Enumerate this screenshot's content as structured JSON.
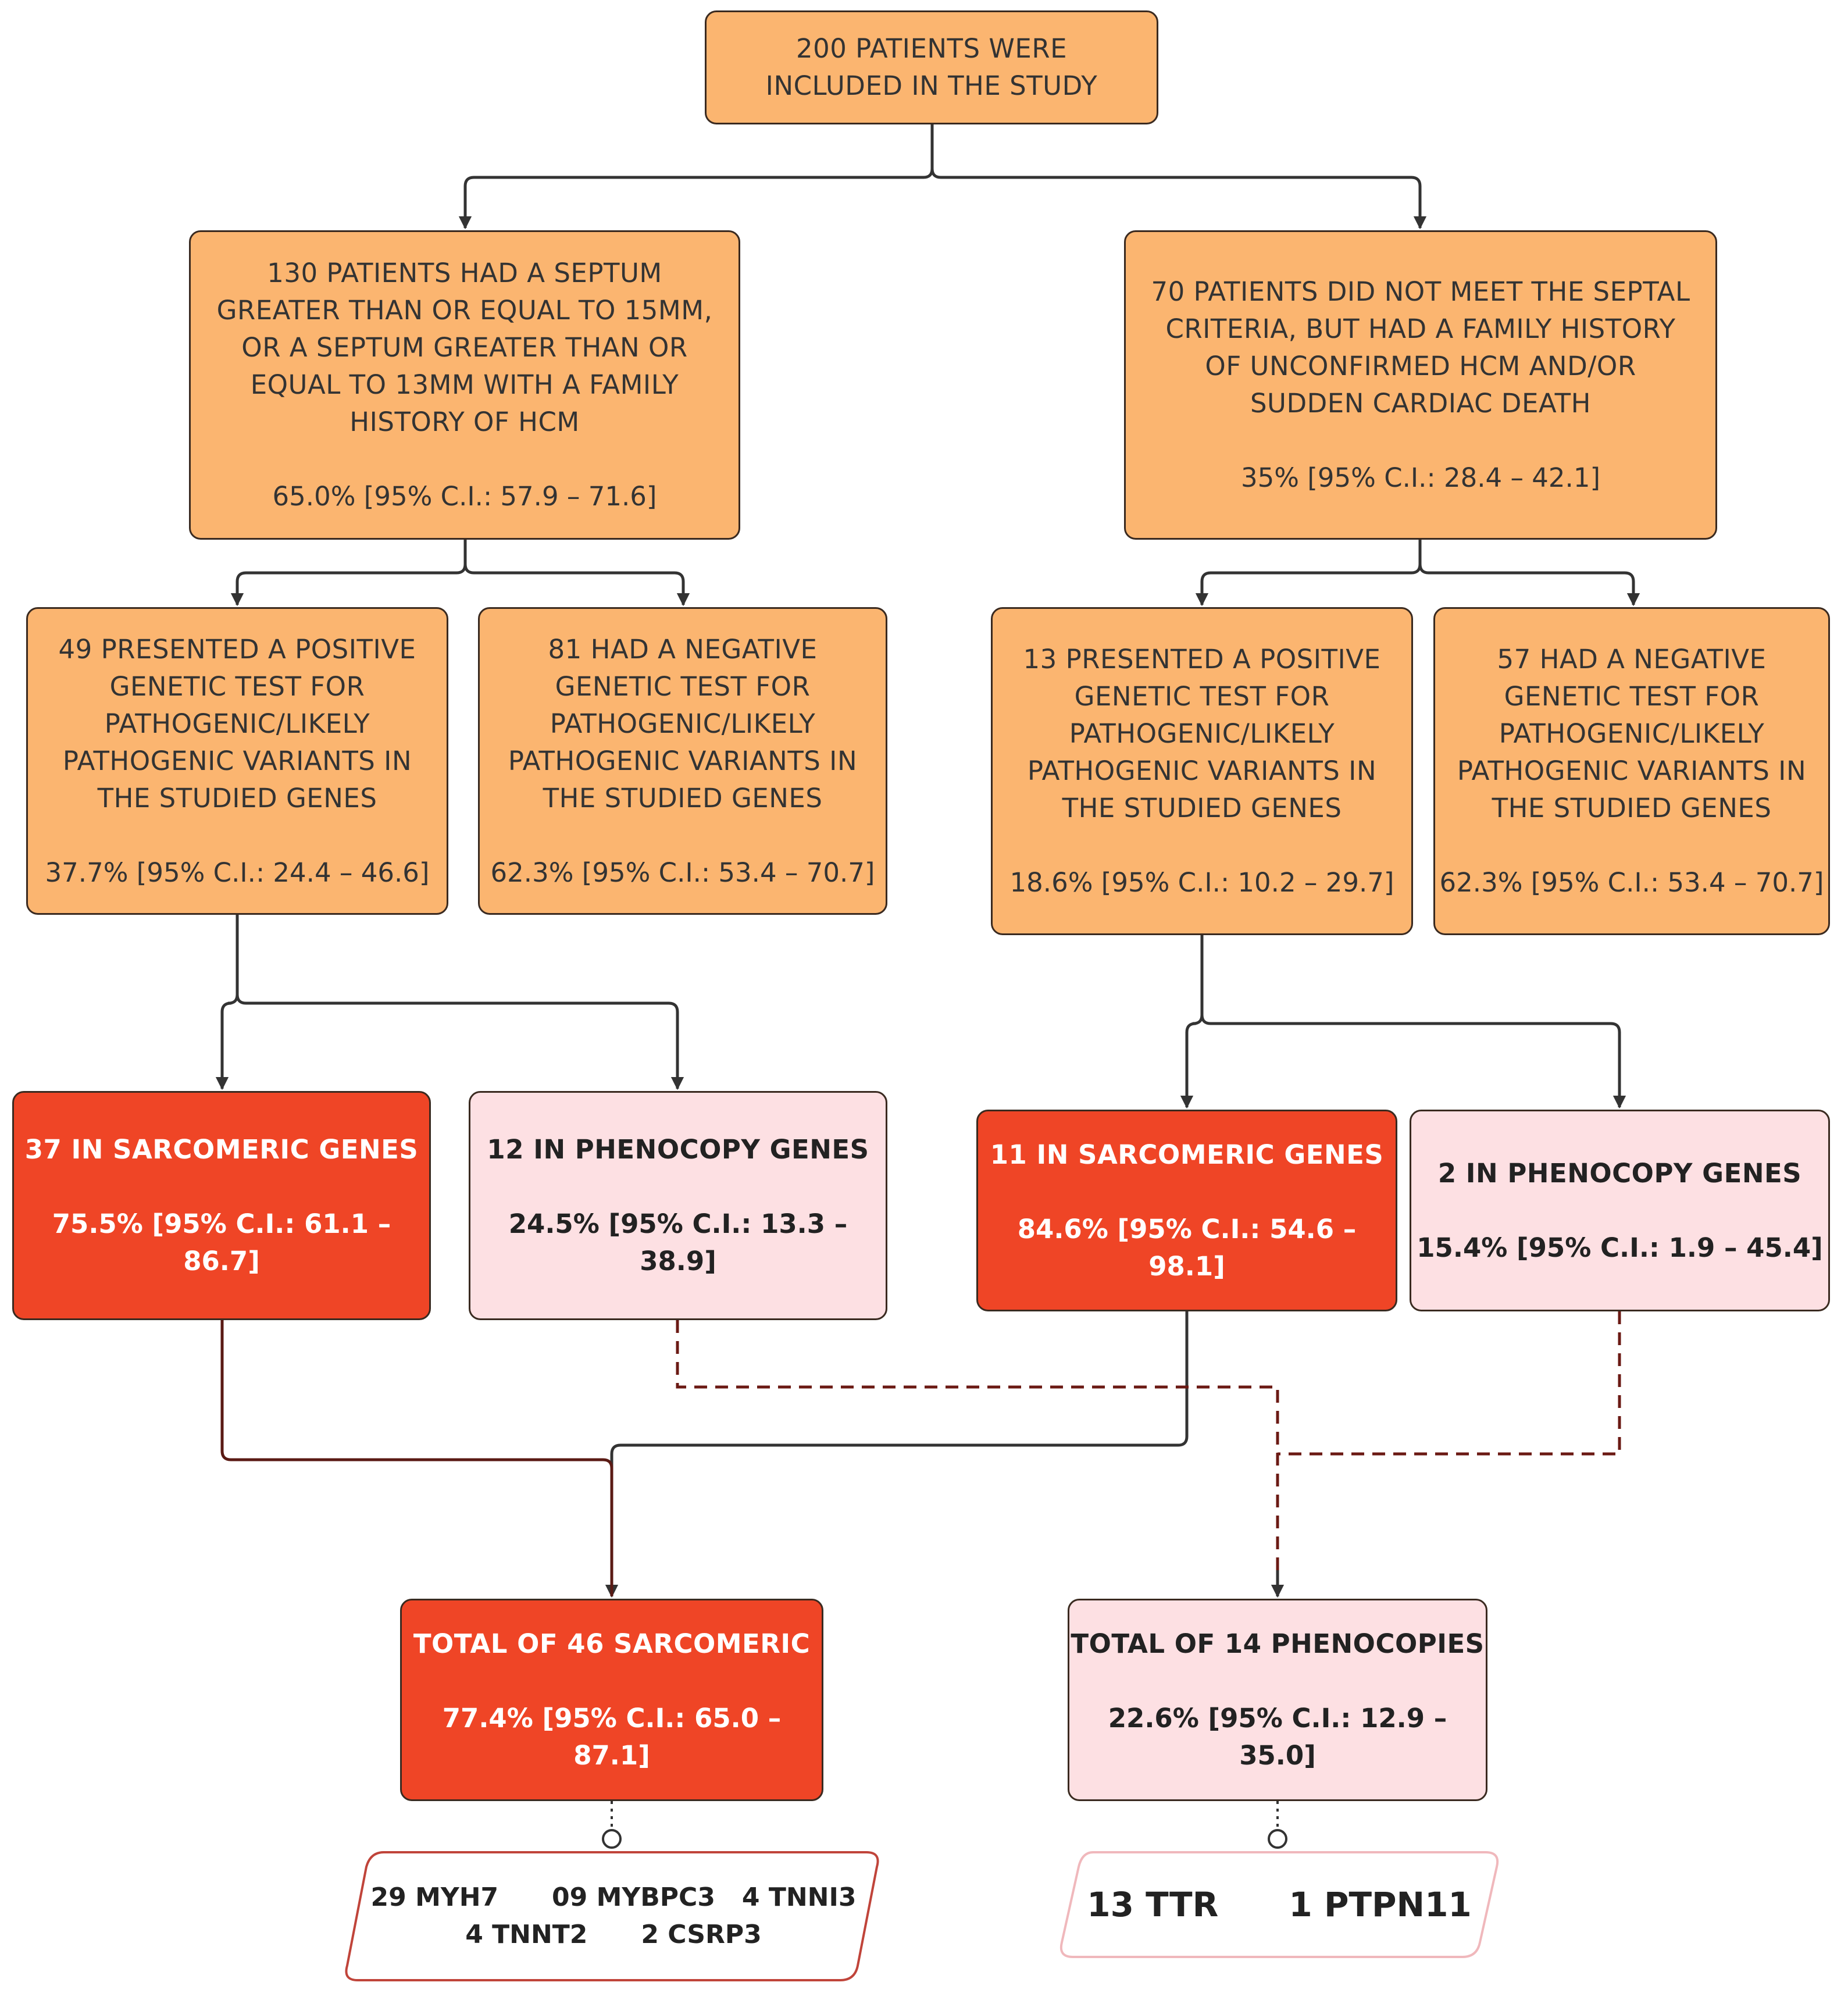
{
  "root": {
    "text": "200 PATIENTS WERE INCLUDED IN THE STUDY"
  },
  "septal": {
    "text": "130 PATIENTS HAD A SEPTUM GREATER THAN OR EQUAL TO 15MM, OR A SEPTUM GREATER THAN OR EQUAL TO 13MM WITH A FAMILY HISTORY OF HCM",
    "ci": "65.0% [95% C.I.: 57.9 – 71.6]"
  },
  "non_septal": {
    "text": "70 PATIENTS DID NOT MEET THE SEPTAL CRITERIA, BUT HAD A FAMILY HISTORY OF UNCONFIRMED HCM AND/OR SUDDEN CARDIAC DEATH",
    "ci": "35% [95% C.I.: 28.4 – 42.1]"
  },
  "septal_positive": {
    "text": "49 PRESENTED A POSITIVE GENETIC TEST FOR PATHOGENIC/LIKELY PATHOGENIC VARIANTS IN THE STUDIED GENES",
    "ci": "37.7% [95% C.I.: 24.4 – 46.6]"
  },
  "septal_negative": {
    "text": "81 HAD A NEGATIVE GENETIC TEST FOR PATHOGENIC/LIKELY PATHOGENIC VARIANTS IN THE STUDIED GENES",
    "ci": "62.3% [95% C.I.: 53.4 – 70.7]"
  },
  "nonseptal_positive": {
    "text": "13 PRESENTED A POSITIVE GENETIC TEST FOR PATHOGENIC/LIKELY PATHOGENIC VARIANTS IN THE STUDIED GENES",
    "ci": "18.6% [95% C.I.: 10.2 – 29.7]"
  },
  "nonseptal_negative": {
    "text": "57 HAD A NEGATIVE GENETIC TEST FOR PATHOGENIC/LIKELY PATHOGENIC VARIANTS IN THE STUDIED GENES",
    "ci": "62.3% [95% C.I.: 53.4 – 70.7]"
  },
  "septal_sarcomeric": {
    "text": "37 IN SARCOMERIC GENES",
    "ci": "75.5% [95% C.I.: 61.1 – 86.7]"
  },
  "septal_phenocopy": {
    "text": "12 IN PHENOCOPY GENES",
    "ci": "24.5% [95% C.I.: 13.3 – 38.9]"
  },
  "nonseptal_sarcomeric": {
    "text": "11 IN SARCOMERIC GENES",
    "ci": "84.6% [95% C.I.: 54.6 – 98.1]"
  },
  "nonseptal_phenocopy": {
    "text": "2 IN PHENOCOPY GENES",
    "ci": "15.4% [95% C.I.: 1.9 – 45.4]"
  },
  "total_sarcomeric": {
    "text": "TOTAL OF 46 SARCOMERIC",
    "ci": "77.4% [95% C.I.: 65.0 – 87.1]"
  },
  "total_phenocopies": {
    "text": "TOTAL OF 14 PHENOCOPIES",
    "ci": "22.6% [95% C.I.: 12.9 – 35.0]"
  },
  "sarcomeric_genes": {
    "line1": "29 MYH7      09 MYBPC3   4 TNNI3",
    "line2": "4 TNNT2      2 CSRP3"
  },
  "phenocopy_genes": {
    "line1": "13 TTR      1 PTPN11"
  },
  "colors": {
    "orange_fill": "#fbb570",
    "red_fill": "#ef4526",
    "pink_fill": "#fde0e3",
    "connector": "#333333",
    "dashed_connector": "#6b1a14",
    "gene_sarcomeric_border": "#c0443a",
    "gene_phenocopy_border": "#f0b8bc"
  }
}
